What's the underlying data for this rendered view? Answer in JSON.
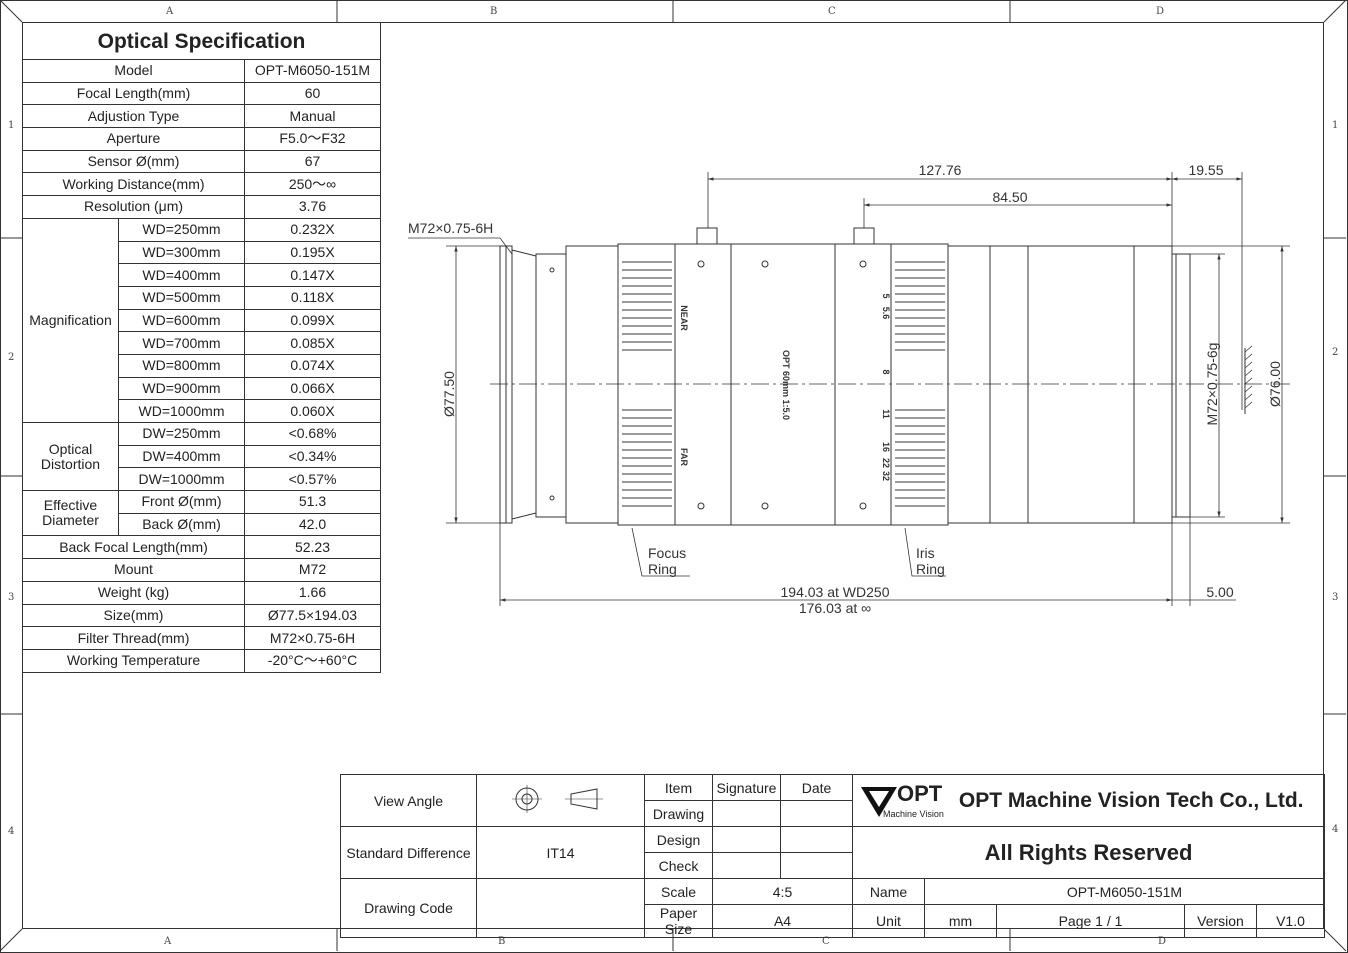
{
  "zones": {
    "columns": [
      "A",
      "B",
      "C",
      "D"
    ],
    "rows": [
      "1",
      "2",
      "3",
      "4"
    ]
  },
  "spec": {
    "title": "Optical Specification",
    "model_label": "Model",
    "model_value": "OPT-M6050-151M",
    "focal_label": "Focal Length(mm)",
    "focal_value": "60",
    "adjust_label": "Adjustion Type",
    "adjust_value": "Manual",
    "aperture_label": "Aperture",
    "aperture_value": "F5.0～F32",
    "sensor_label": "Sensor Ø(mm)",
    "sensor_value": "67",
    "wd_label": "Working Distance(mm)",
    "wd_value": "250～∞",
    "res_label": "Resolution (μm)",
    "res_value": "3.76",
    "mag_label": "Magnification",
    "mag_rows": [
      {
        "wd": "WD=250mm",
        "v": "0.232X"
      },
      {
        "wd": "WD=300mm",
        "v": "0.195X"
      },
      {
        "wd": "WD=400mm",
        "v": "0.147X"
      },
      {
        "wd": "WD=500mm",
        "v": "0.118X"
      },
      {
        "wd": "WD=600mm",
        "v": "0.099X"
      },
      {
        "wd": "WD=700mm",
        "v": "0.085X"
      },
      {
        "wd": "WD=800mm",
        "v": "0.074X"
      },
      {
        "wd": "WD=900mm",
        "v": "0.066X"
      },
      {
        "wd": "WD=1000mm",
        "v": "0.060X"
      }
    ],
    "dist_label_1": "Optical",
    "dist_label_2": "Distortion",
    "dist_rows": [
      {
        "dw": "DW=250mm",
        "v": "<0.68%"
      },
      {
        "dw": "DW=400mm",
        "v": "<0.34%"
      },
      {
        "dw": "DW=1000mm",
        "v": "<0.57%"
      }
    ],
    "eff_label_1": "Effective",
    "eff_label_2": "Diameter",
    "front_label": "Front Ø(mm)",
    "front_value": "51.3",
    "back_label": "Back Ø(mm)",
    "back_value": "42.0",
    "bfl_label": "Back Focal Length(mm)",
    "bfl_value": "52.23",
    "mount_label": "Mount",
    "mount_value": "M72",
    "weight_label": "Weight (kg)",
    "weight_value": "1.66",
    "size_label": "Size(mm)",
    "size_value": "Ø77.5×194.03",
    "filter_label": "Filter Thread(mm)",
    "filter_value": "M72×0.75-6H",
    "temp_label": "Working Temperature",
    "temp_value": "-20°C～+60°C"
  },
  "drawing": {
    "dim_127": "127.76",
    "dim_84": "84.50",
    "dim_19": "19.55",
    "dim_thread_front": "M72×0.75-6H",
    "dim_d77": "Ø77.50",
    "dim_d76": "Ø76.00",
    "dim_thread_back": "M72×0.75-6g",
    "dim_len1": "194.03 at WD250",
    "dim_len2": "176.03 at ∞",
    "dim_5": "5.00",
    "focus_1": "Focus",
    "focus_2": "Ring",
    "iris_1": "Iris",
    "iris_2": "Ring",
    "near": "NEAR",
    "far": "FAR",
    "engrave": "OPT 60mm 1:5.0",
    "iris_marks": [
      "5",
      "5.6",
      "8",
      "11",
      "16",
      "22",
      "32"
    ]
  },
  "title_block": {
    "view_angle": "View Angle",
    "std_diff": "Standard Difference",
    "std_value": "IT14",
    "drawing_code": "Drawing Code",
    "item": "Item",
    "signature": "Signature",
    "date": "Date",
    "drawing": "Drawing",
    "design": "Design",
    "check": "Check",
    "scale": "Scale",
    "scale_value": "4:5",
    "paper": "Paper Size",
    "paper_value": "A4",
    "company_logo": "OPT",
    "company_logo_sub": "Machine Vision",
    "company": "OPT Machine Vision Tech Co., Ltd.",
    "rights": "All Rights Reserved",
    "name": "Name",
    "name_value": "OPT-M6050-151M",
    "unit": "Unit",
    "unit_value": "mm",
    "page": "Page  1 / 1",
    "version": "Version",
    "version_value": "V1.0"
  }
}
